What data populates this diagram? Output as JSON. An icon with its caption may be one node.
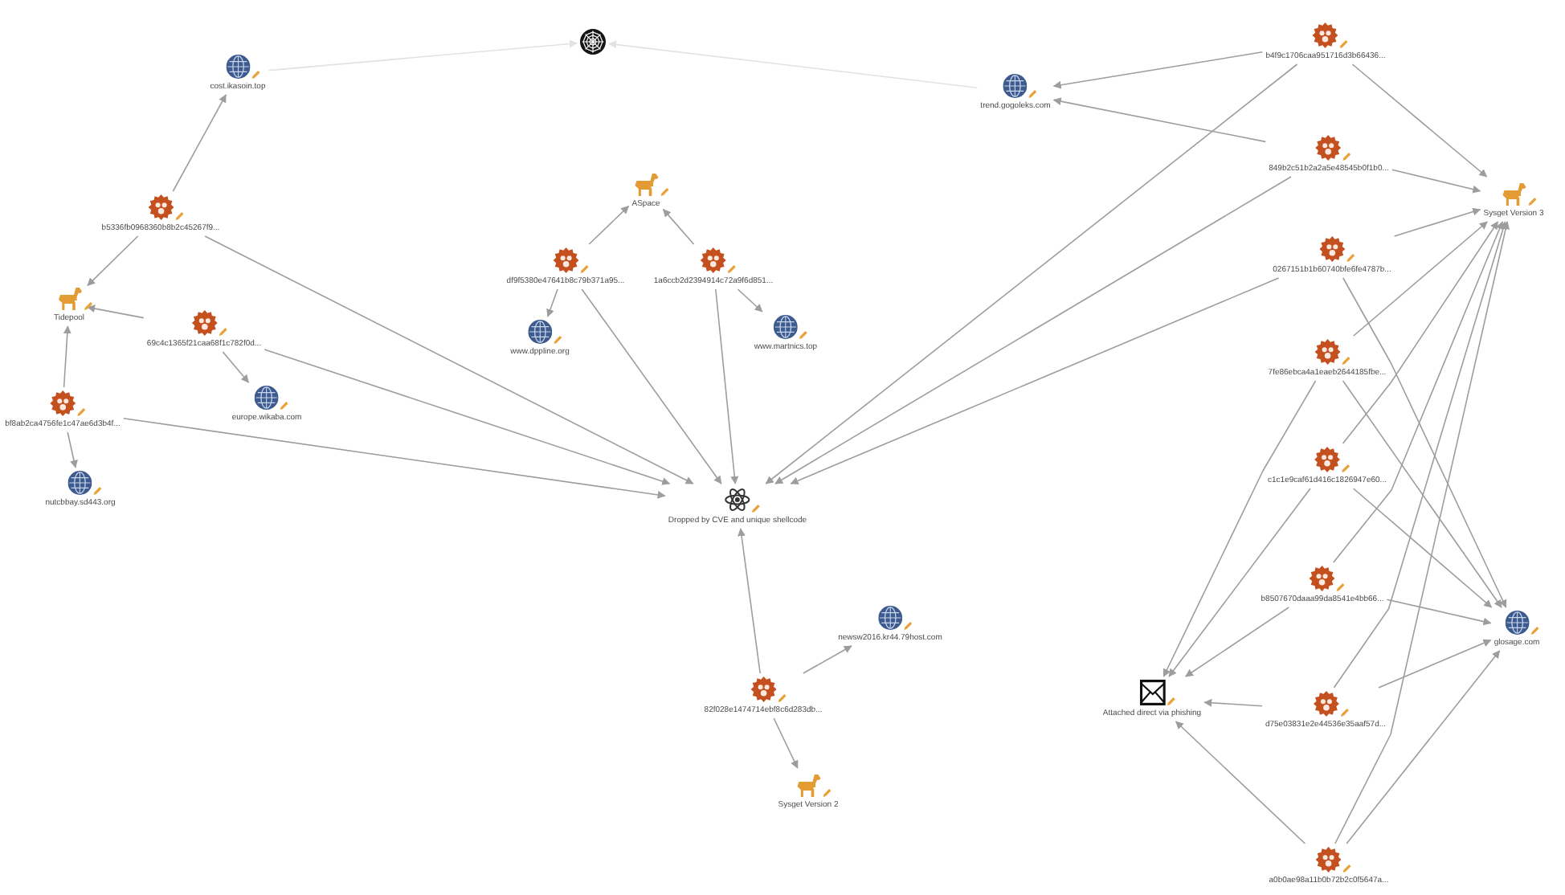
{
  "diagram": {
    "nodes": [
      {
        "text": [
          "cost.ikasoin.top"
        ]
      },
      {
        "text": [],
        "shape": "picture"
      },
      {
        "text": [
          "trend.gogoleks.com"
        ]
      },
      {
        "text": [
          "b4f9c1706caa951716d3b66436..."
        ]
      },
      {
        "text": [
          "b5336fb0968360b8b2c45267f9..."
        ]
      },
      {
        "text": [
          "ASpace"
        ]
      },
      {
        "text": [
          "849b2c51b2a2a5e48545b0f1b0..."
        ]
      },
      {
        "text": [
          "Sysget Version 3"
        ]
      },
      {
        "text": [
          "df9f5380e47641b8c79b371a95..."
        ]
      },
      {
        "text": [
          "1a6ccb2d2394914c72a9f6d851..."
        ]
      },
      {
        "text": [
          "0267151b1b60740bfe6fe4787b..."
        ]
      },
      {
        "text": [
          "Tidepool"
        ]
      },
      {
        "text": [
          "69c4c1365f21caa68f1c782f0d..."
        ]
      },
      {
        "text": [
          "www.dppline.org"
        ]
      },
      {
        "text": [
          "www.martnics.top"
        ]
      },
      {
        "text": [
          "7fe86ebca4a1eaeb2644185fbe..."
        ]
      },
      {
        "text": [
          "europe.wikaba.com"
        ]
      },
      {
        "text": [
          "bf8ab2ca4756fe1c47ae6d3b4f..."
        ]
      },
      {
        "text": [
          "c1c1e9caf61d416c1826947e60..."
        ]
      },
      {
        "text": [
          "nutcbbay.sd443.org"
        ]
      },
      {
        "text": [
          "Dropped by CVE and unique shellcode"
        ]
      },
      {
        "text": [
          "b8507670daaa99da8541e4bb66..."
        ]
      },
      {
        "text": [
          "newsw2016.kr44.79host.com"
        ]
      },
      {
        "text": [
          "glosage.com"
        ]
      },
      {
        "text": [
          "82f028e1474714ebf8c6d283db..."
        ]
      },
      {
        "text": [
          "Attached direct via phishing"
        ]
      },
      {
        "text": [
          "d75e03831e2e44536e35aaf57d..."
        ]
      },
      {
        "text": [
          "Sysget Version 2"
        ]
      },
      {
        "text": [
          "a0b0ae98a11b0b72b2c0f5647a..."
        ]
      }
    ],
    "edges": [
      {
        "from": 0,
        "to": 1,
        "arrow": "to",
        "color": "#e2e2e2"
      },
      {
        "from": 2,
        "to": 1,
        "arrow": "to",
        "color": "#e2e2e2"
      },
      {
        "from": 3,
        "to": 2,
        "arrow": "to"
      },
      {
        "from": 3,
        "to": 20,
        "arrow": "to"
      },
      {
        "from": 3,
        "to": 7,
        "arrow": "to"
      },
      {
        "from": 4,
        "to": 0,
        "arrow": "to"
      },
      {
        "from": 4,
        "to": 11,
        "arrow": "to"
      },
      {
        "from": 4,
        "to": 20,
        "arrow": "to"
      },
      {
        "from": 6,
        "to": 2,
        "arrow": "to"
      },
      {
        "from": 6,
        "to": 20,
        "arrow": "to"
      },
      {
        "from": 6,
        "to": 7,
        "arrow": "to"
      },
      {
        "from": 8,
        "to": 5,
        "arrow": "to"
      },
      {
        "from": 8,
        "to": 13,
        "arrow": "to"
      },
      {
        "from": 8,
        "to": 20,
        "arrow": "to"
      },
      {
        "from": 9,
        "to": 5,
        "arrow": "to"
      },
      {
        "from": 9,
        "to": 14,
        "arrow": "to"
      },
      {
        "from": 9,
        "to": 20,
        "arrow": "to"
      },
      {
        "from": 10,
        "to": 7,
        "arrow": "to"
      },
      {
        "from": 10,
        "to": 20,
        "arrow": "to"
      },
      {
        "from": 10,
        "to": 23,
        "arrow": "to"
      },
      {
        "from": 12,
        "to": 11,
        "arrow": "to"
      },
      {
        "from": 12,
        "to": 16,
        "arrow": "to"
      },
      {
        "from": 12,
        "to": 20,
        "arrow": "to"
      },
      {
        "from": 15,
        "to": 7,
        "arrow": "to"
      },
      {
        "from": 15,
        "to": 25,
        "arrow": "to"
      },
      {
        "from": 15,
        "to": 23,
        "arrow": "to"
      },
      {
        "from": 17,
        "to": 11,
        "arrow": "to"
      },
      {
        "from": 17,
        "to": 19,
        "arrow": "to"
      },
      {
        "from": 17,
        "to": 20,
        "arrow": "to"
      },
      {
        "from": 18,
        "to": 7,
        "arrow": "to"
      },
      {
        "from": 18,
        "to": 25,
        "arrow": "to"
      },
      {
        "from": 18,
        "to": 23,
        "arrow": "to"
      },
      {
        "from": 21,
        "to": 7,
        "arrow": "to"
      },
      {
        "from": 21,
        "to": 25,
        "arrow": "to"
      },
      {
        "from": 21,
        "to": 23,
        "arrow": "to"
      },
      {
        "from": 24,
        "to": 20,
        "arrow": "to"
      },
      {
        "from": 24,
        "to": 22,
        "arrow": "to"
      },
      {
        "from": 24,
        "to": 27,
        "arrow": "to"
      },
      {
        "from": 26,
        "to": 7,
        "arrow": "to"
      },
      {
        "from": 26,
        "to": 25,
        "arrow": "to"
      },
      {
        "from": 26,
        "to": 23,
        "arrow": "to"
      },
      {
        "from": 28,
        "to": 7,
        "arrow": "to"
      },
      {
        "from": 28,
        "to": 25,
        "arrow": "to"
      },
      {
        "from": 28,
        "to": 23,
        "arrow": "to"
      }
    ]
  }
}
